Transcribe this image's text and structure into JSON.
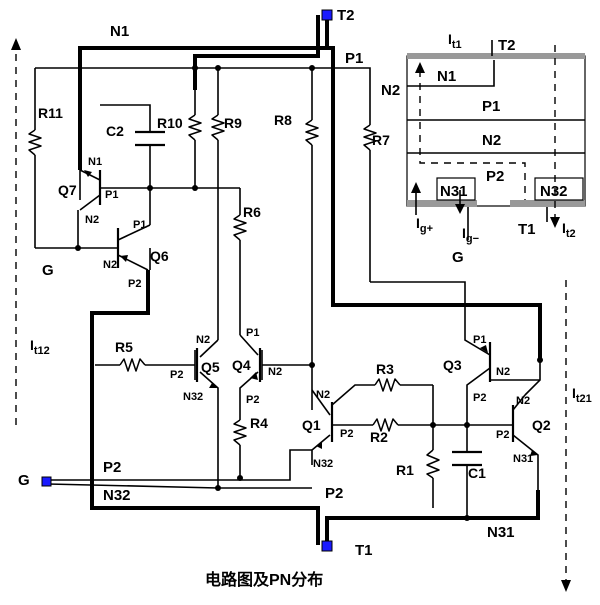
{
  "caption": "电路图及PN分布",
  "terminals": {
    "t2": "T2",
    "t1": "T1",
    "g": "G"
  },
  "currents": {
    "it12": "I",
    "it12_sub": "t12",
    "it21": "I",
    "it21_sub": "t21"
  },
  "nets": {
    "n1": "N1",
    "p1": "P1",
    "p2": "P2",
    "p2b": "P2",
    "n32": "N32"
  },
  "resistors": [
    "R11",
    "R10",
    "R9",
    "R8",
    "R7",
    "R6",
    "R5",
    "R4",
    "R3",
    "R2",
    "R1"
  ],
  "capacitors": [
    "C2",
    "C1"
  ],
  "transistors": {
    "q7": {
      "name": "Q7",
      "c": "N1",
      "b": "P1",
      "e": "N2"
    },
    "q6": {
      "name": "Q6",
      "c": "P1",
      "b": "N2",
      "e": "P2"
    },
    "q5": {
      "name": "Q5",
      "c": "N2",
      "b": "P2",
      "e": "N32"
    },
    "q4": {
      "name": "Q4",
      "c": "P1",
      "b": "N2",
      "e": "P2"
    },
    "q1": {
      "name": "Q1",
      "c": "N2",
      "b": "P2",
      "e": "N32"
    },
    "q3": {
      "name": "Q3",
      "c": "P1",
      "b": "N2",
      "e": "P2"
    },
    "q2": {
      "name": "Q2",
      "c": "N2",
      "b": "P2",
      "e": "N31"
    }
  },
  "n31": "N31",
  "inset": {
    "it1": "I",
    "it1_sub": "t1",
    "t2": "T2",
    "n2_left": "N2",
    "n1": "N1",
    "p1": "P1",
    "n2": "N2",
    "p2": "P2",
    "n31": "N31",
    "n32": "N32",
    "ig_plus": "I",
    "ig_plus_sub": "g+",
    "ig_minus": "I",
    "ig_minus_sub": "g−",
    "g": "G",
    "t1": "T1",
    "it2": "I",
    "it2_sub": "t2"
  }
}
